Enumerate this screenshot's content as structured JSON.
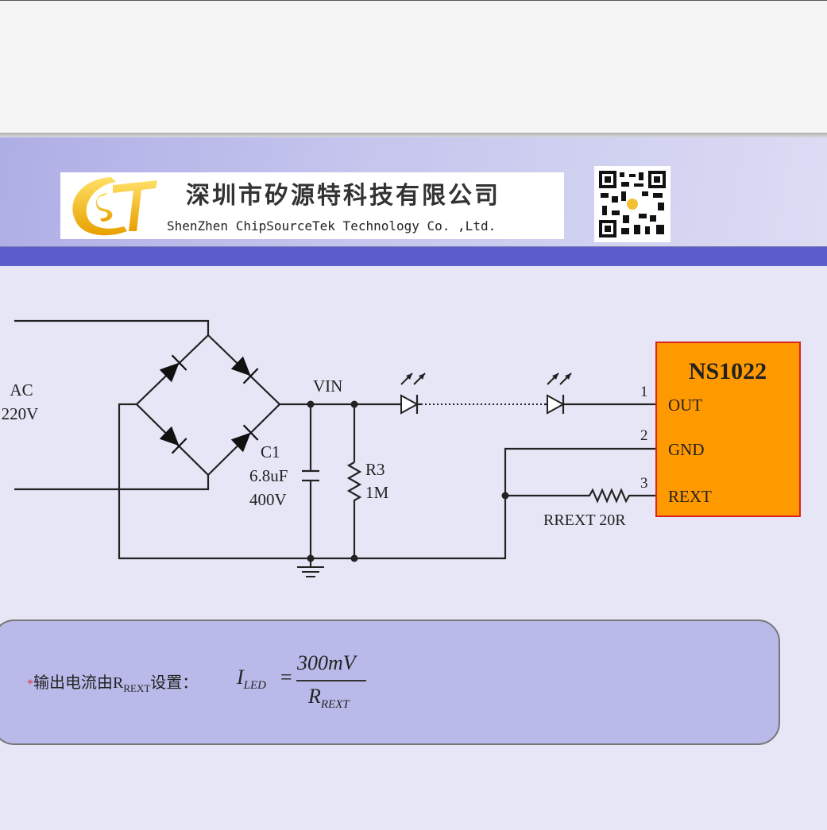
{
  "header": {
    "company_cn": "深圳市矽源特科技有限公司",
    "company_en": "ShenZhen ChipSourceTek Technology Co. ,Ltd.",
    "logo_letters": "CST"
  },
  "schematic": {
    "ac_label": "AC",
    "ac_voltage": "220V",
    "vin_label": "VIN",
    "c1_label": "C1",
    "c1_value": "6.8uF",
    "c1_voltage": "400V",
    "r3_label": "R3",
    "r3_value": "1M",
    "rext_label": "RREXT 20R",
    "chip": {
      "name": "NS1022",
      "pins": [
        {
          "num": "1",
          "name": "OUT"
        },
        {
          "num": "2",
          "name": "GND"
        },
        {
          "num": "3",
          "name": "REXT"
        }
      ],
      "fill": "#ff9900",
      "border": "#dd2222"
    }
  },
  "formula": {
    "star": "*",
    "text_prefix": "输出电流由R",
    "text_sub": "REXT",
    "text_suffix": "设置：",
    "lhs": "I",
    "lhs_sub": "LED",
    "equals": "=",
    "numerator": "300mV",
    "denominator": "R",
    "denominator_sub": "REXT"
  }
}
